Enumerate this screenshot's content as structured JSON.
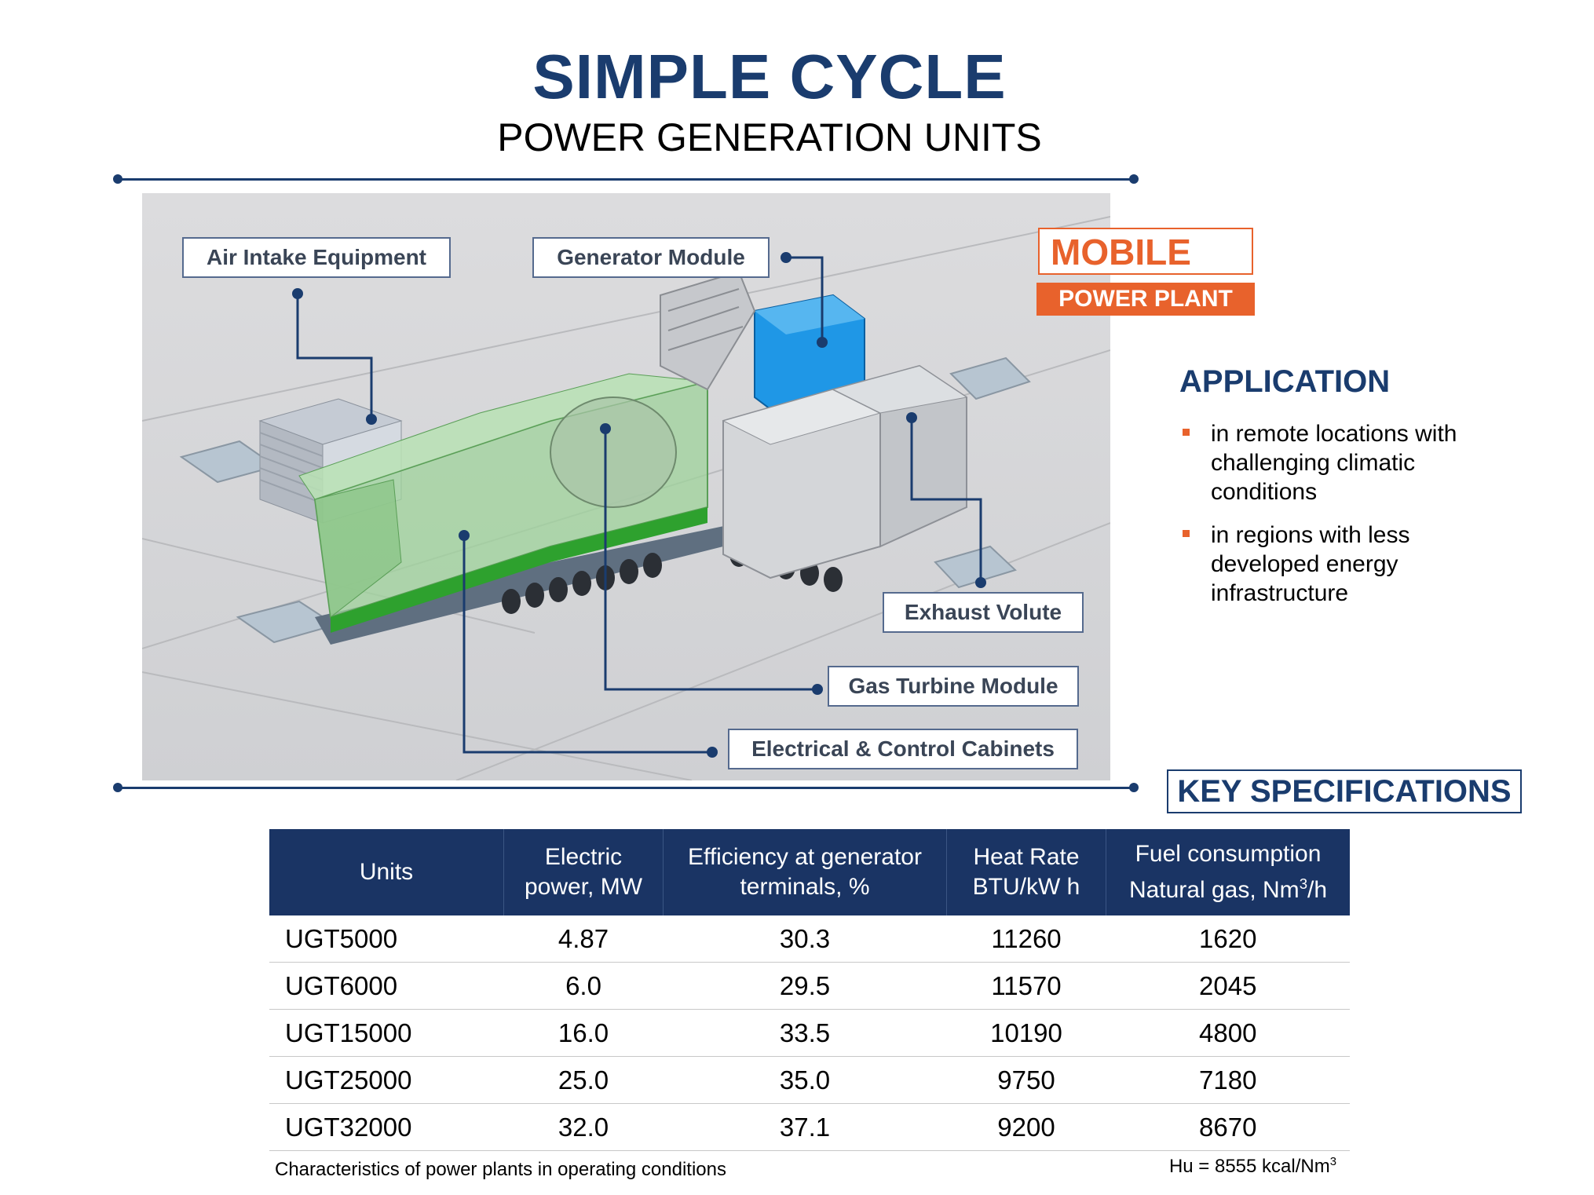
{
  "header": {
    "title": "SIMPLE CYCLE",
    "subtitle": "POWER GENERATION UNITS"
  },
  "figure": {
    "callouts": {
      "air_intake": "Air Intake Equipment",
      "generator": "Generator Module",
      "exhaust": "Exhaust Volute",
      "gas_turbine": "Gas Turbine Module",
      "electrical": "Electrical & Control Cabinets"
    }
  },
  "badge": {
    "mobile": "MOBILE",
    "power_plant": "POWER PLANT"
  },
  "application": {
    "title": "APPLICATION",
    "items": [
      "in remote locations with challenging climatic conditions",
      "in regions with less developed energy infrastructure"
    ]
  },
  "specs": {
    "title": "KEY SPECIFICATIONS",
    "headers": {
      "units": "Units",
      "power_l1": "Electric",
      "power_l2": "power, MW",
      "eff_l1": "Efficiency at generator",
      "eff_l2": "terminals, %",
      "heat_l1": "Heat Rate",
      "heat_l2": "BTU/kW h",
      "fuel_l1": "Fuel consumption",
      "fuel_l2": "Natural gas, Nm",
      "fuel_sup": "3",
      "fuel_tail": "/h"
    },
    "rows": [
      [
        "UGT5000",
        "4.87",
        "30.3",
        "11260",
        "1620"
      ],
      [
        "UGT6000",
        "6.0",
        "29.5",
        "11570",
        "2045"
      ],
      [
        "UGT15000",
        "16.0",
        "33.5",
        "10190",
        "4800"
      ],
      [
        "UGT25000",
        "25.0",
        "35.0",
        "9750",
        "7180"
      ],
      [
        "UGT32000",
        "32.0",
        "37.1",
        "9200",
        "8670"
      ]
    ],
    "footnote_left": "Characteristics of power plants in operating conditions",
    "footnote_right": "Hu = 8555 kcal/Nm",
    "footnote_right_sup": "3"
  }
}
